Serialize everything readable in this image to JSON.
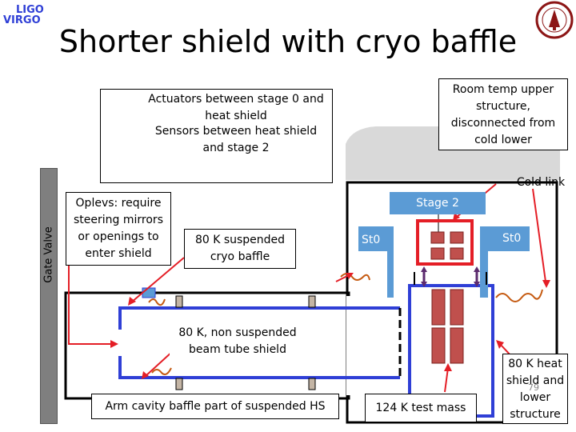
{
  "title": "Shorter shield with cryo baffle",
  "logos": {
    "ligo": "LIGO",
    "virgo": "VIRGO"
  },
  "gate_valve": "Gate Valve",
  "legend": {
    "actuators": "Actuators between stage 0 and heat shield",
    "sensors": "Sensors between heat shield and stage 2",
    "actuator_color": "#8064a2",
    "sensor_color": "#5c2b6e"
  },
  "labels": {
    "room_temp": "Room temp upper structure, disconnected from cold lower",
    "cold_link": "Cold link",
    "stage2": "Stage 2",
    "st0_left": "St0",
    "st0_right": "St0",
    "oplevs": "Oplevs: require steering mirrors or openings to enter shield",
    "cryo_baffle": "80 K suspended cryo baffle",
    "beam_tube_shield": "80 K, non suspended beam tube shield",
    "arm_cavity": "Arm cavity baffle part of suspended HS",
    "test_mass": "124 K test mass",
    "heat_shield": "80 K heat shield and lower structure",
    "page_number": "79"
  },
  "colors": {
    "shield_blue": "#2f3fd6",
    "stage_blue": "#5b9bd5",
    "mass_red": "#c0504d",
    "highlight_red": "#e41e26",
    "arrow_red": "#e41e26",
    "link_orange": "#c55a11",
    "gate_gray": "#7f7f7f",
    "dome_gray": "#d9d9d9"
  }
}
